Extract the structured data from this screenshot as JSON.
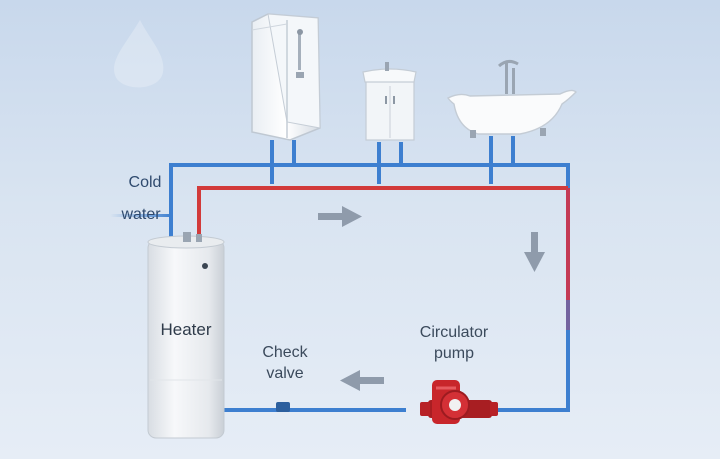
{
  "labels": {
    "cold_line1": "Cold",
    "cold_line2": "water",
    "heater": "Heater",
    "check_line1": "Check",
    "check_line2": "valve",
    "pump_line1": "Circulator",
    "pump_line2": "pump"
  },
  "colors": {
    "cold_pipe": "#3d7fd0",
    "hot_pipe": "#d23a3a",
    "flow_arrow": "#8f9bab",
    "pump_body": "#c8262b",
    "heater_body": "#f1f3f5"
  },
  "icons": {
    "shower": "shower-icon",
    "sink": "sink-cabinet-icon",
    "bathtub": "bathtub-icon",
    "heater": "water-heater-tank",
    "pump": "circulator-pump-icon",
    "valve": "check-valve-icon"
  }
}
